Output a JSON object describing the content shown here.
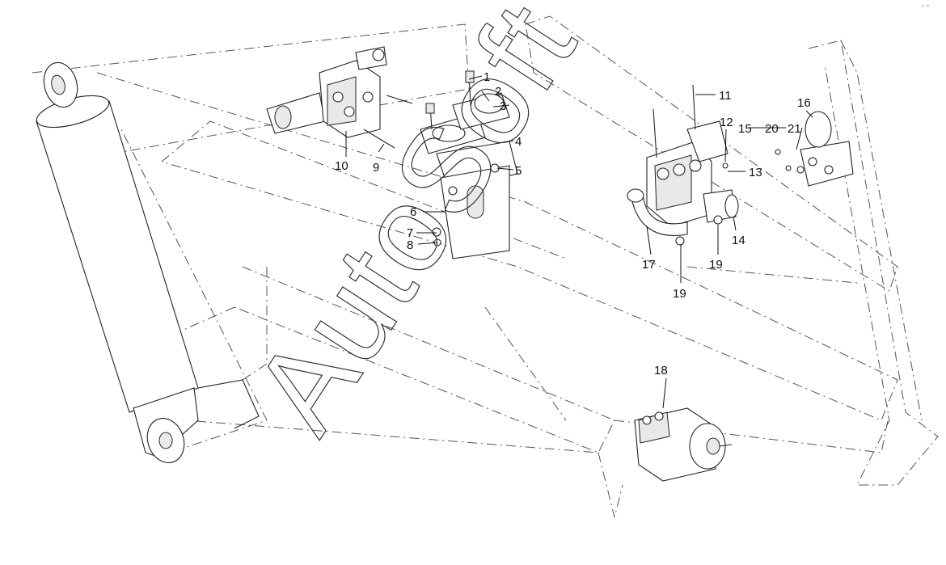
{
  "watermark": "AutoSoft",
  "corner_mark": "ₚ ₘ",
  "callouts": [
    "1",
    "2",
    "3",
    "4",
    "5",
    "6",
    "7",
    "8",
    "9",
    "10",
    "11",
    "12",
    "13",
    "14",
    "15",
    "16",
    "17",
    "18",
    "19",
    "19",
    "20",
    "21"
  ]
}
